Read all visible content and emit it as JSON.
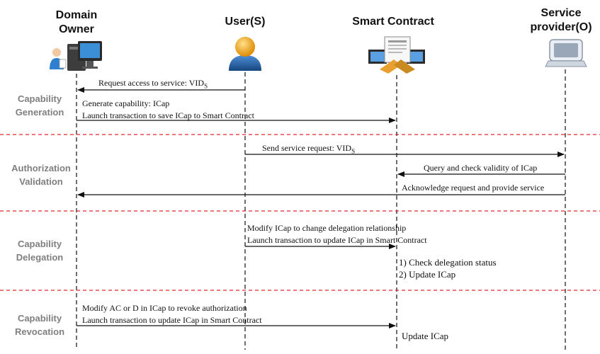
{
  "actors": {
    "domain_owner": "Domain\nOwner",
    "user": "User(S)",
    "smart_contract": "Smart Contract",
    "service_provider": "Service\nprovider(O)"
  },
  "phases": {
    "generation": "Capability\nGeneration",
    "validation": "Authorization\nValidation",
    "delegation": "Capability\nDelegation",
    "revocation": "Capability\nRevocation"
  },
  "messages": {
    "request_access": "Request access to service: VID",
    "request_access_sub": "S",
    "generate": "Generate capability: ICap\nLaunch transaction to save  ICap to Smart Contract",
    "send_request": "Send service request: VID",
    "send_request_sub": "S",
    "query": "Query and check validity of ICap",
    "acknowledge": "Acknowledge request and provide service",
    "modify_delegation": "Modify ICap to change delegation relationship\nLaunch transaction to update ICap in Smart Contract",
    "check_update": "1) Check delegation status\n2) Update  ICap",
    "modify_revoke": "Modify AC or D in ICap to revoke authorization\nLaunch transaction to update ICap in Smart Contract",
    "update_icap": "Update ICap"
  },
  "colors": {
    "separator": "#e8262a",
    "phase_text": "#7f7f7f",
    "lines": "#111111"
  }
}
